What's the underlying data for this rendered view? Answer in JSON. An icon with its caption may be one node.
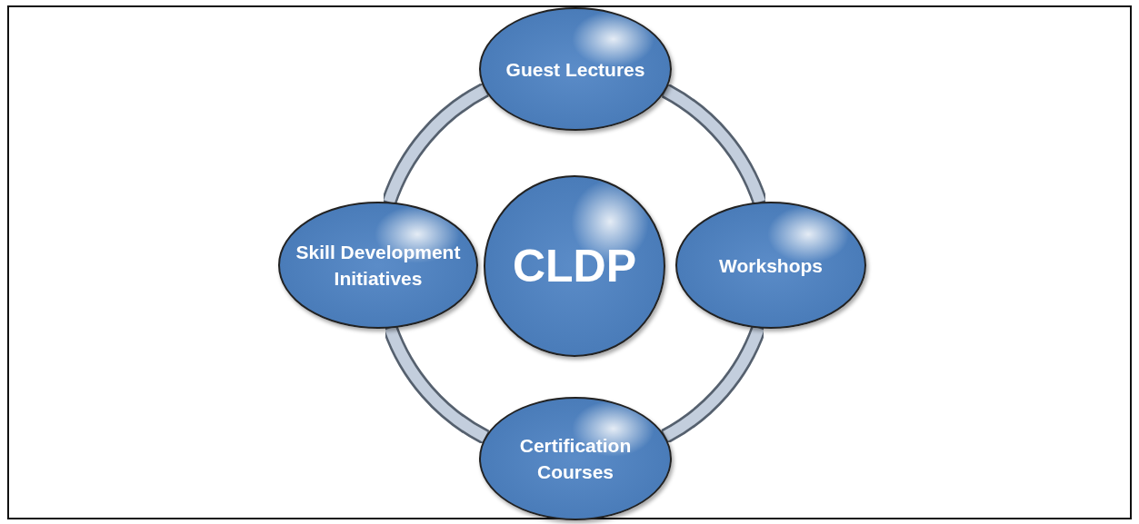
{
  "diagram": {
    "nodes": [
      {
        "text": [
          "Guest Lectures"
        ]
      },
      {
        "text": [
          "Skill Development Initiatives"
        ]
      },
      {
        "text": [
          "CLDP"
        ]
      },
      {
        "text": [
          "Workshops"
        ]
      },
      {
        "text": [
          "Certification Courses"
        ]
      }
    ],
    "edges": [
      {
        "from": 0,
        "to": 3,
        "arrow": "none"
      },
      {
        "from": 3,
        "to": 4,
        "arrow": "none"
      },
      {
        "from": 4,
        "to": 1,
        "arrow": "none"
      },
      {
        "from": 1,
        "to": 0,
        "arrow": "none"
      }
    ]
  }
}
